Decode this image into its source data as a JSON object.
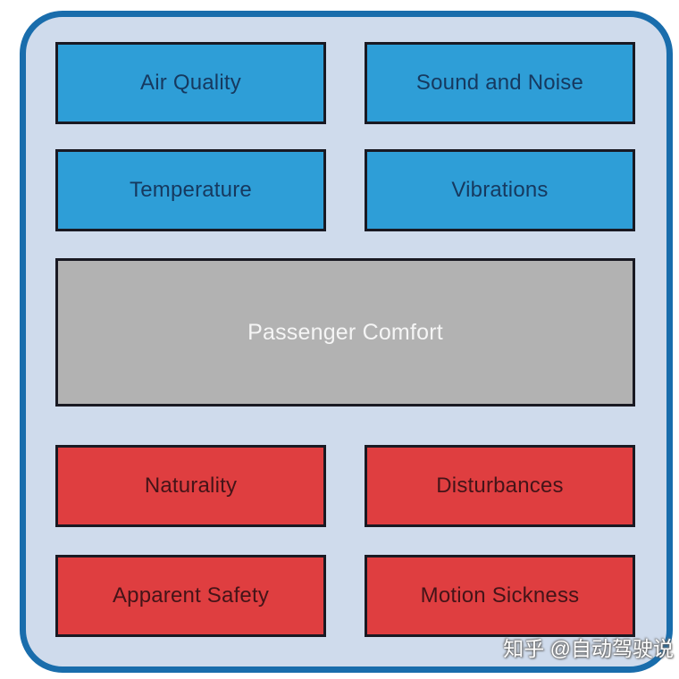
{
  "diagram": {
    "center_box": {
      "label": "Passenger Comfort",
      "fill": "#b2b2b2",
      "text_color": "#f5f5f5"
    },
    "comfort_factors": [
      {
        "label": "Air Quality"
      },
      {
        "label": "Sound and Noise"
      },
      {
        "label": "Temperature"
      },
      {
        "label": "Vibrations"
      }
    ],
    "discomfort_factors": [
      {
        "label": "Naturality"
      },
      {
        "label": "Disturbances"
      },
      {
        "label": "Apparent Safety"
      },
      {
        "label": "Motion Sickness"
      }
    ],
    "colors": {
      "container_background": "#cfdbec",
      "container_border": "#196dac",
      "factor_blue": "#2e9ed7",
      "factor_blue_text": "#16395f",
      "factor_red": "#df3e40",
      "factor_red_text": "#441418",
      "box_border": "#191922",
      "page_background": "#ffffff"
    }
  },
  "watermark": {
    "text": "知乎 @自动驾驶说"
  }
}
